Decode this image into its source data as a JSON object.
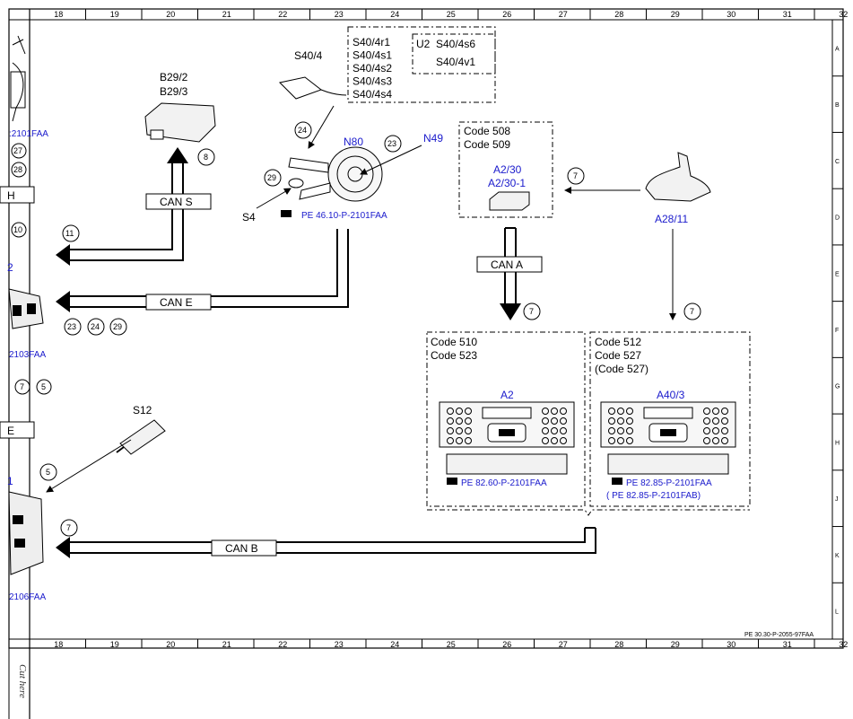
{
  "grid": {
    "columns": [
      "18",
      "19",
      "20",
      "21",
      "22",
      "23",
      "24",
      "25",
      "26",
      "27",
      "28",
      "29",
      "30",
      "31",
      "32"
    ],
    "rows": [
      "A",
      "B",
      "C",
      "D",
      "E",
      "F",
      "G",
      "H",
      "J",
      "K",
      "L"
    ]
  },
  "components": {
    "b29": {
      "line1": "B29/2",
      "line2": "B29/3"
    },
    "s40_4": "S40/4",
    "s40_group": [
      "S40/4r1",
      "S40/4s1",
      "S40/4s2",
      "S40/4s3",
      "S40/4s4"
    ],
    "u2_group": {
      "label": "U2",
      "items": [
        "S40/4s6",
        "S40/4v1"
      ]
    },
    "n80": "N80",
    "n49": "N49",
    "s4": "S4",
    "s12": "S12",
    "code_508_509": [
      "Code 508",
      "Code 509"
    ],
    "a2_30": {
      "line1": "A2/30",
      "line2": "A2/30-1"
    },
    "a28_11": "A28/11",
    "code_510_523": [
      "Code 510",
      "Code 523"
    ],
    "code_512_527": [
      "Code 512",
      "Code 527",
      "(Code 527)"
    ],
    "a2": "A2",
    "a40_3": "A40/3"
  },
  "buses": {
    "can_s": "CAN S",
    "can_e": "CAN E",
    "can_a": "CAN A",
    "can_b": "CAN B"
  },
  "references": {
    "pe_46": "PE 46.10-P-2101FAA",
    "pe_82_60": "PE 82.60-P-2101FAA",
    "pe_82_85": "PE 82.85-P-2101FAA",
    "pe_82_85b": "(  PE 82.85-P-2101FAB)",
    "left_2101": ":2101FAA",
    "left_2103": "2103FAA",
    "left_2106": "2106FAA",
    "doc_id": "PE 30.30-P-2055-97FAA"
  },
  "markers": {
    "m27": "27",
    "m28": "28",
    "m10": "10",
    "m11": "11",
    "m8": "8",
    "m24": "24",
    "m23": "23",
    "m29": "29",
    "m7a": "7",
    "m7b": "7",
    "m7c": "7",
    "m23b": "23",
    "m24b": "24",
    "m29b": "29",
    "m7d": "7",
    "m5a": "5",
    "m5b": "5",
    "m7e": "7"
  },
  "left_edge": {
    "h_box": "H",
    "e_box": "E",
    "two": "2",
    "one": "1"
  },
  "cut_here": "Cut here"
}
